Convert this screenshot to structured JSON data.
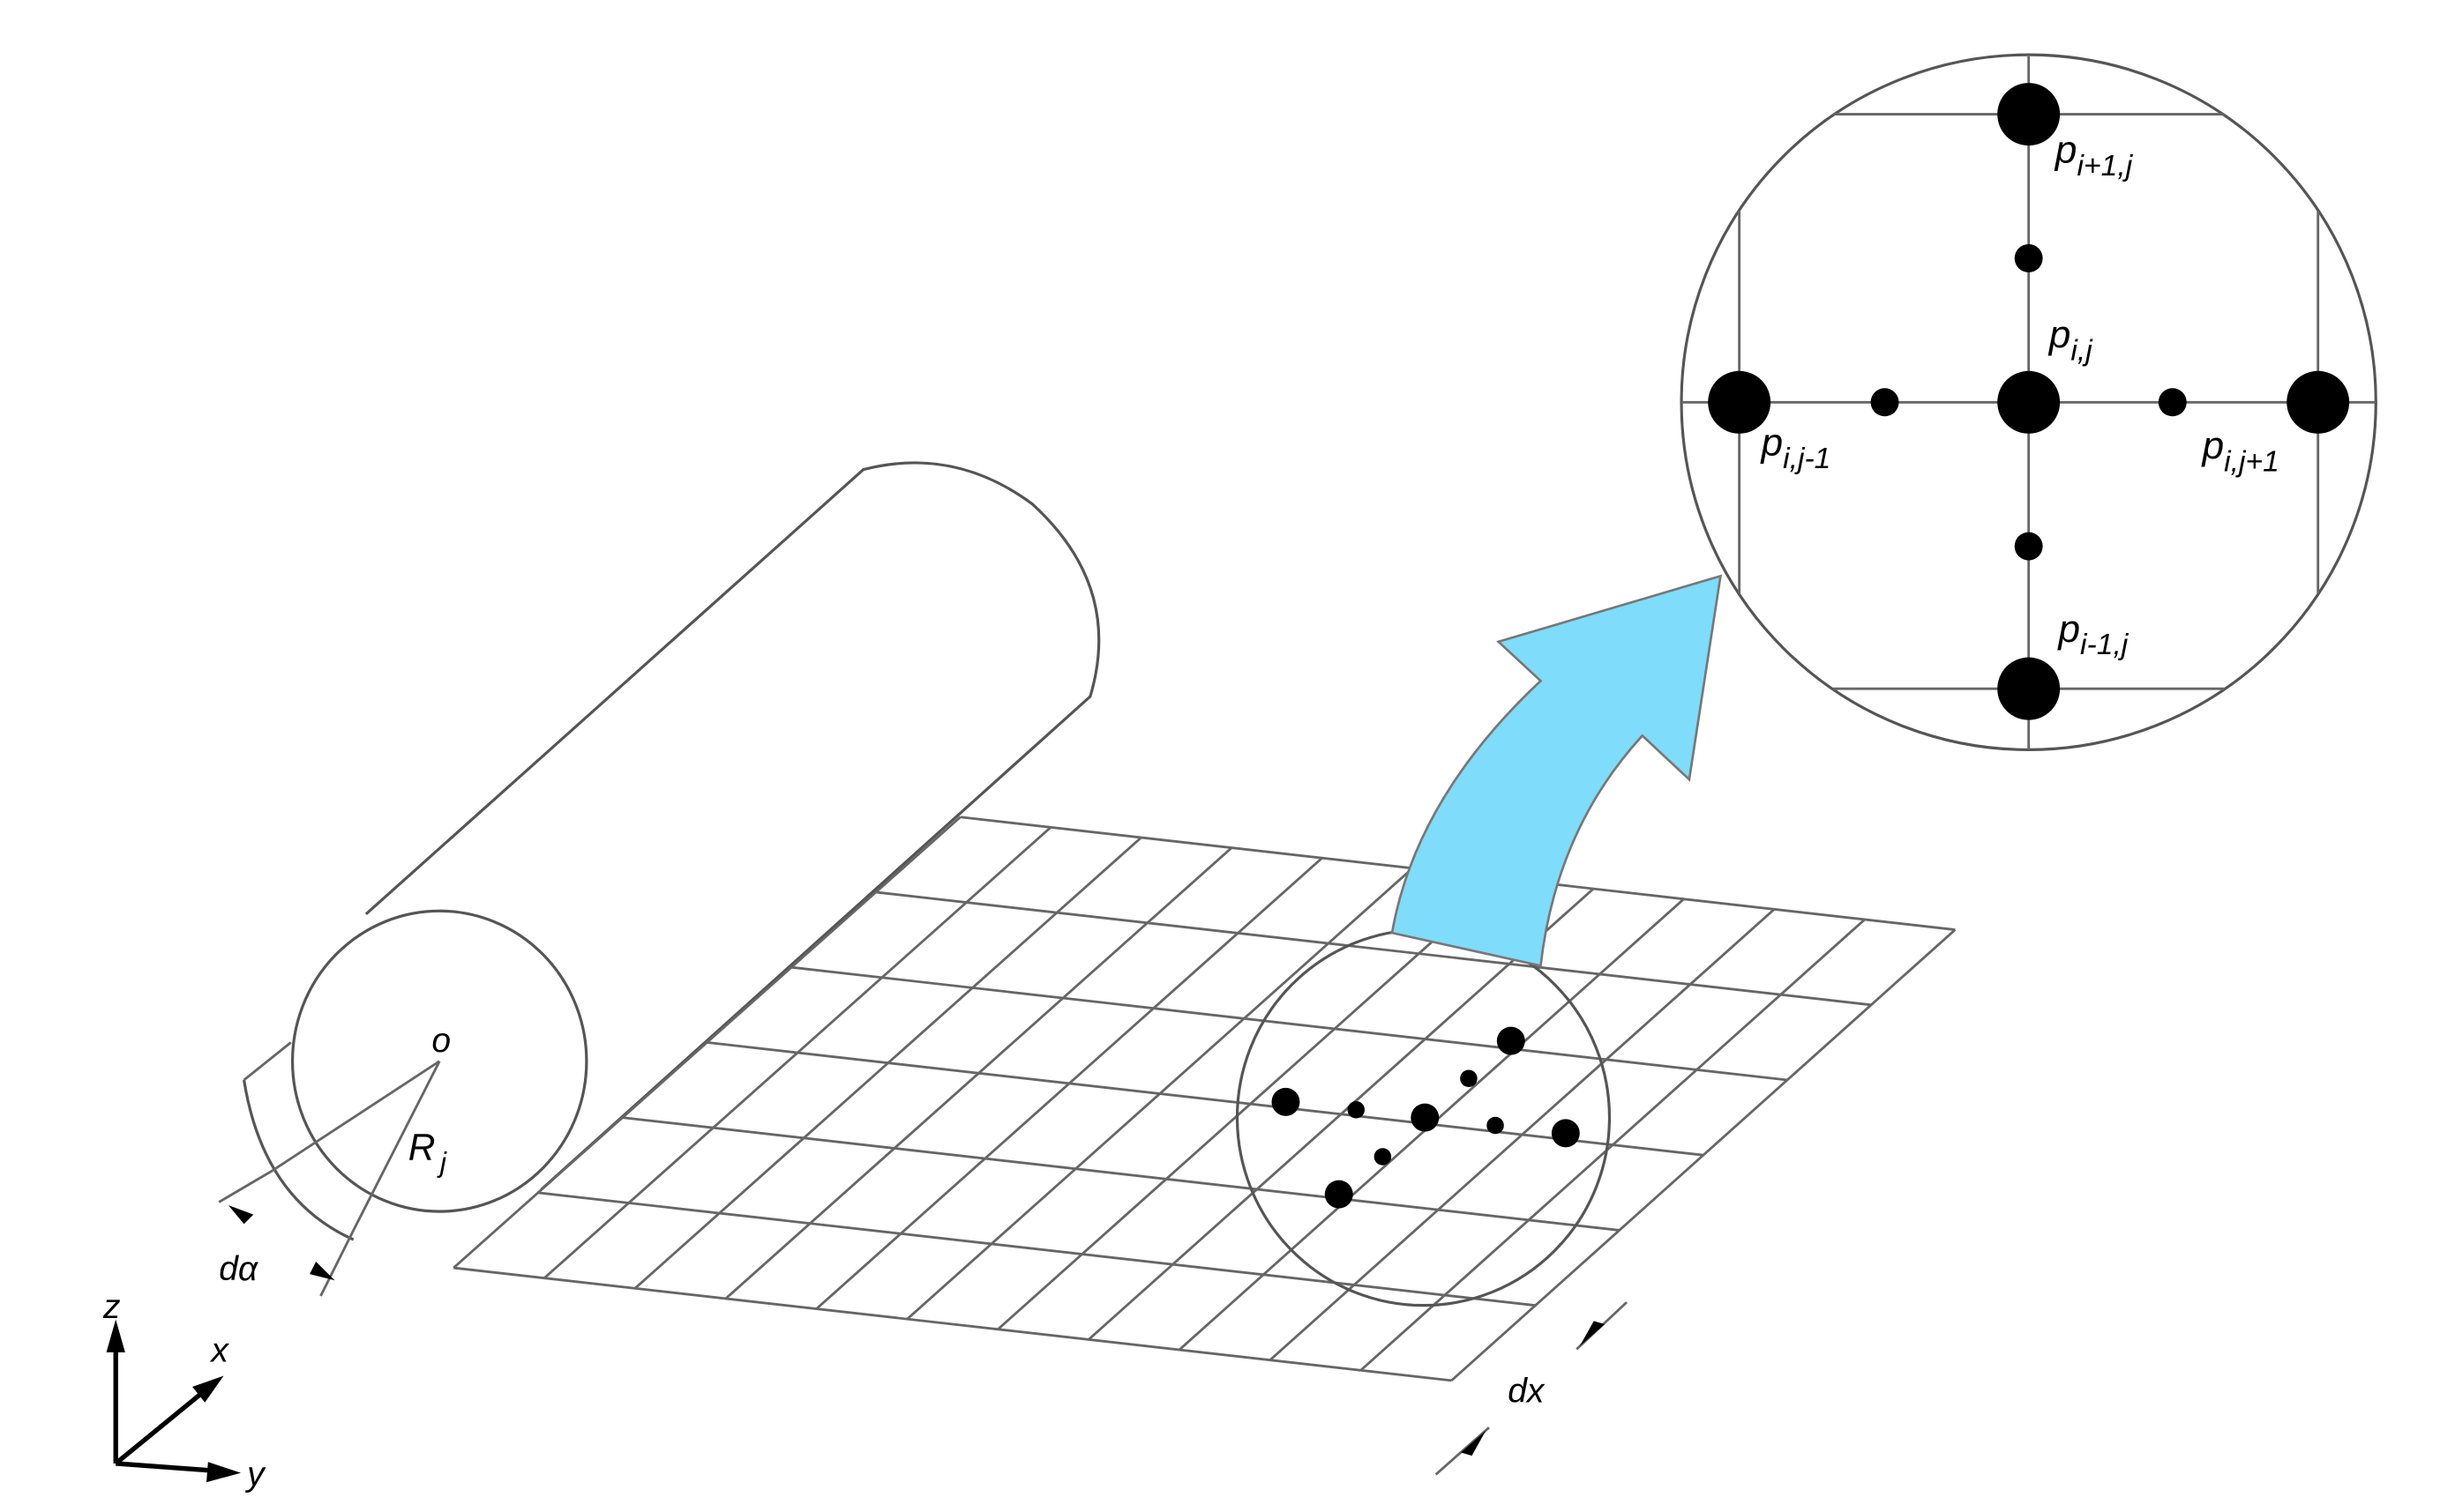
{
  "labels": {
    "origin": "o",
    "radius": "R",
    "radius_sub": "j",
    "dalpha": "dα",
    "dx": "dx",
    "axis_x": "x",
    "axis_y": "y",
    "axis_z": "z",
    "p_top": {
      "base": "p",
      "sub": "i+1,j"
    },
    "p_center": {
      "base": "p",
      "sub": "i,j"
    },
    "p_left": {
      "base": "p",
      "sub": "i,j-1"
    },
    "p_right": {
      "base": "p",
      "sub": "i,j+1"
    },
    "p_bottom": {
      "base": "p",
      "sub": "i-1,j"
    }
  },
  "colors": {
    "arrow_fill": "#7fdcfa",
    "line": "#555555",
    "dot": "#000000"
  }
}
